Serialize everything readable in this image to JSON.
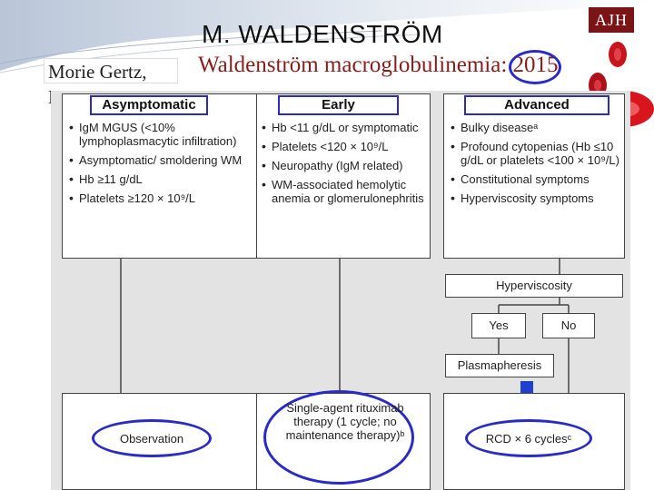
{
  "slide": {
    "title": "M. WALDENSTRÖM",
    "author": "Morie Gertz, M.D.",
    "paper_title": "Waldenström macroglobulinemia: 2015",
    "journal_badge": "AJH"
  },
  "columns": {
    "asymptomatic": {
      "header": "Asymptomatic",
      "items": [
        "IgM MGUS (<10% lymphoplasmacytic infiltration)",
        "Asymptomatic/ smoldering WM",
        "Hb ≥11 g/dL",
        "Platelets ≥120 × 10⁹/L"
      ],
      "outcome": "Observation"
    },
    "early": {
      "header": "Early",
      "items": [
        "Hb <11 g/dL or symptomatic",
        "Platelets <120 × 10⁹/L",
        "Neuropathy (IgM related)",
        "WM-associated hemolytic anemia or glomerulonephritis"
      ],
      "outcome": "Single-agent rituximab therapy (1 cycle; no maintenance therapy)ᵇ"
    },
    "advanced": {
      "header": "Advanced",
      "items": [
        "Bulky diseaseᵃ",
        "Profound cytopenias (Hb ≤10 g/dL or platelets <100 × 10⁹/L)",
        "Constitutional symptoms",
        "Hyperviscosity symptoms"
      ],
      "flow": {
        "hyperviscosity": "Hyperviscosity",
        "yes": "Yes",
        "no": "No",
        "plasmapheresis": "Plasmapheresis"
      },
      "outcome": "RCD × 6 cyclesᶜ"
    }
  },
  "colors": {
    "annotation_blue": "#2a2ac8",
    "journal_red": "#7a1416",
    "arrow_blue": "#1f3fd0"
  }
}
